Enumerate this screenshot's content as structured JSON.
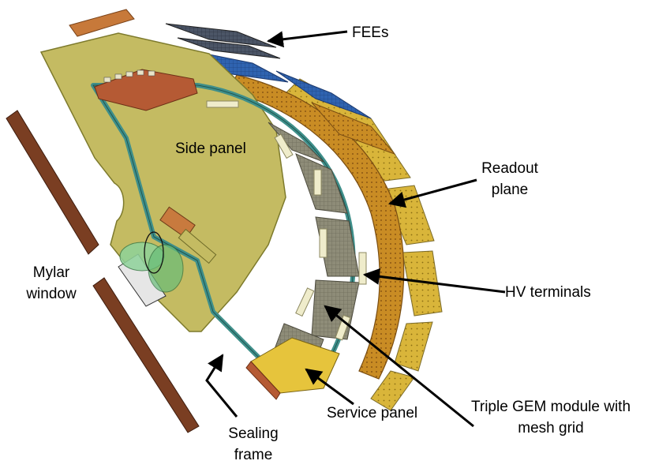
{
  "labels": {
    "fees": "FEEs",
    "side_panel": "Side panel",
    "readout_plane": [
      "Readout",
      "plane"
    ],
    "mylar_window": [
      "Mylar",
      "window"
    ],
    "hv_terminals": "HV terminals",
    "service_panel": "Service panel",
    "triple_gem": [
      "Triple GEM module with",
      "mesh grid"
    ],
    "sealing_frame": [
      "Sealing",
      "frame"
    ]
  },
  "colors": {
    "side_panel_fill": "#c4bb62",
    "side_panel_stroke": "#7d7a2c",
    "sealing_frame": "#3f8f8a",
    "readout_plane": "#c4841f",
    "outer_board": "#d7ad33",
    "fee_dark": "#4b5566",
    "fee_blue": "#2f63b0",
    "mylar_brown": "#7a3e22",
    "gem_module": "#8a8874",
    "service_panel": "#e6c43c"
  }
}
